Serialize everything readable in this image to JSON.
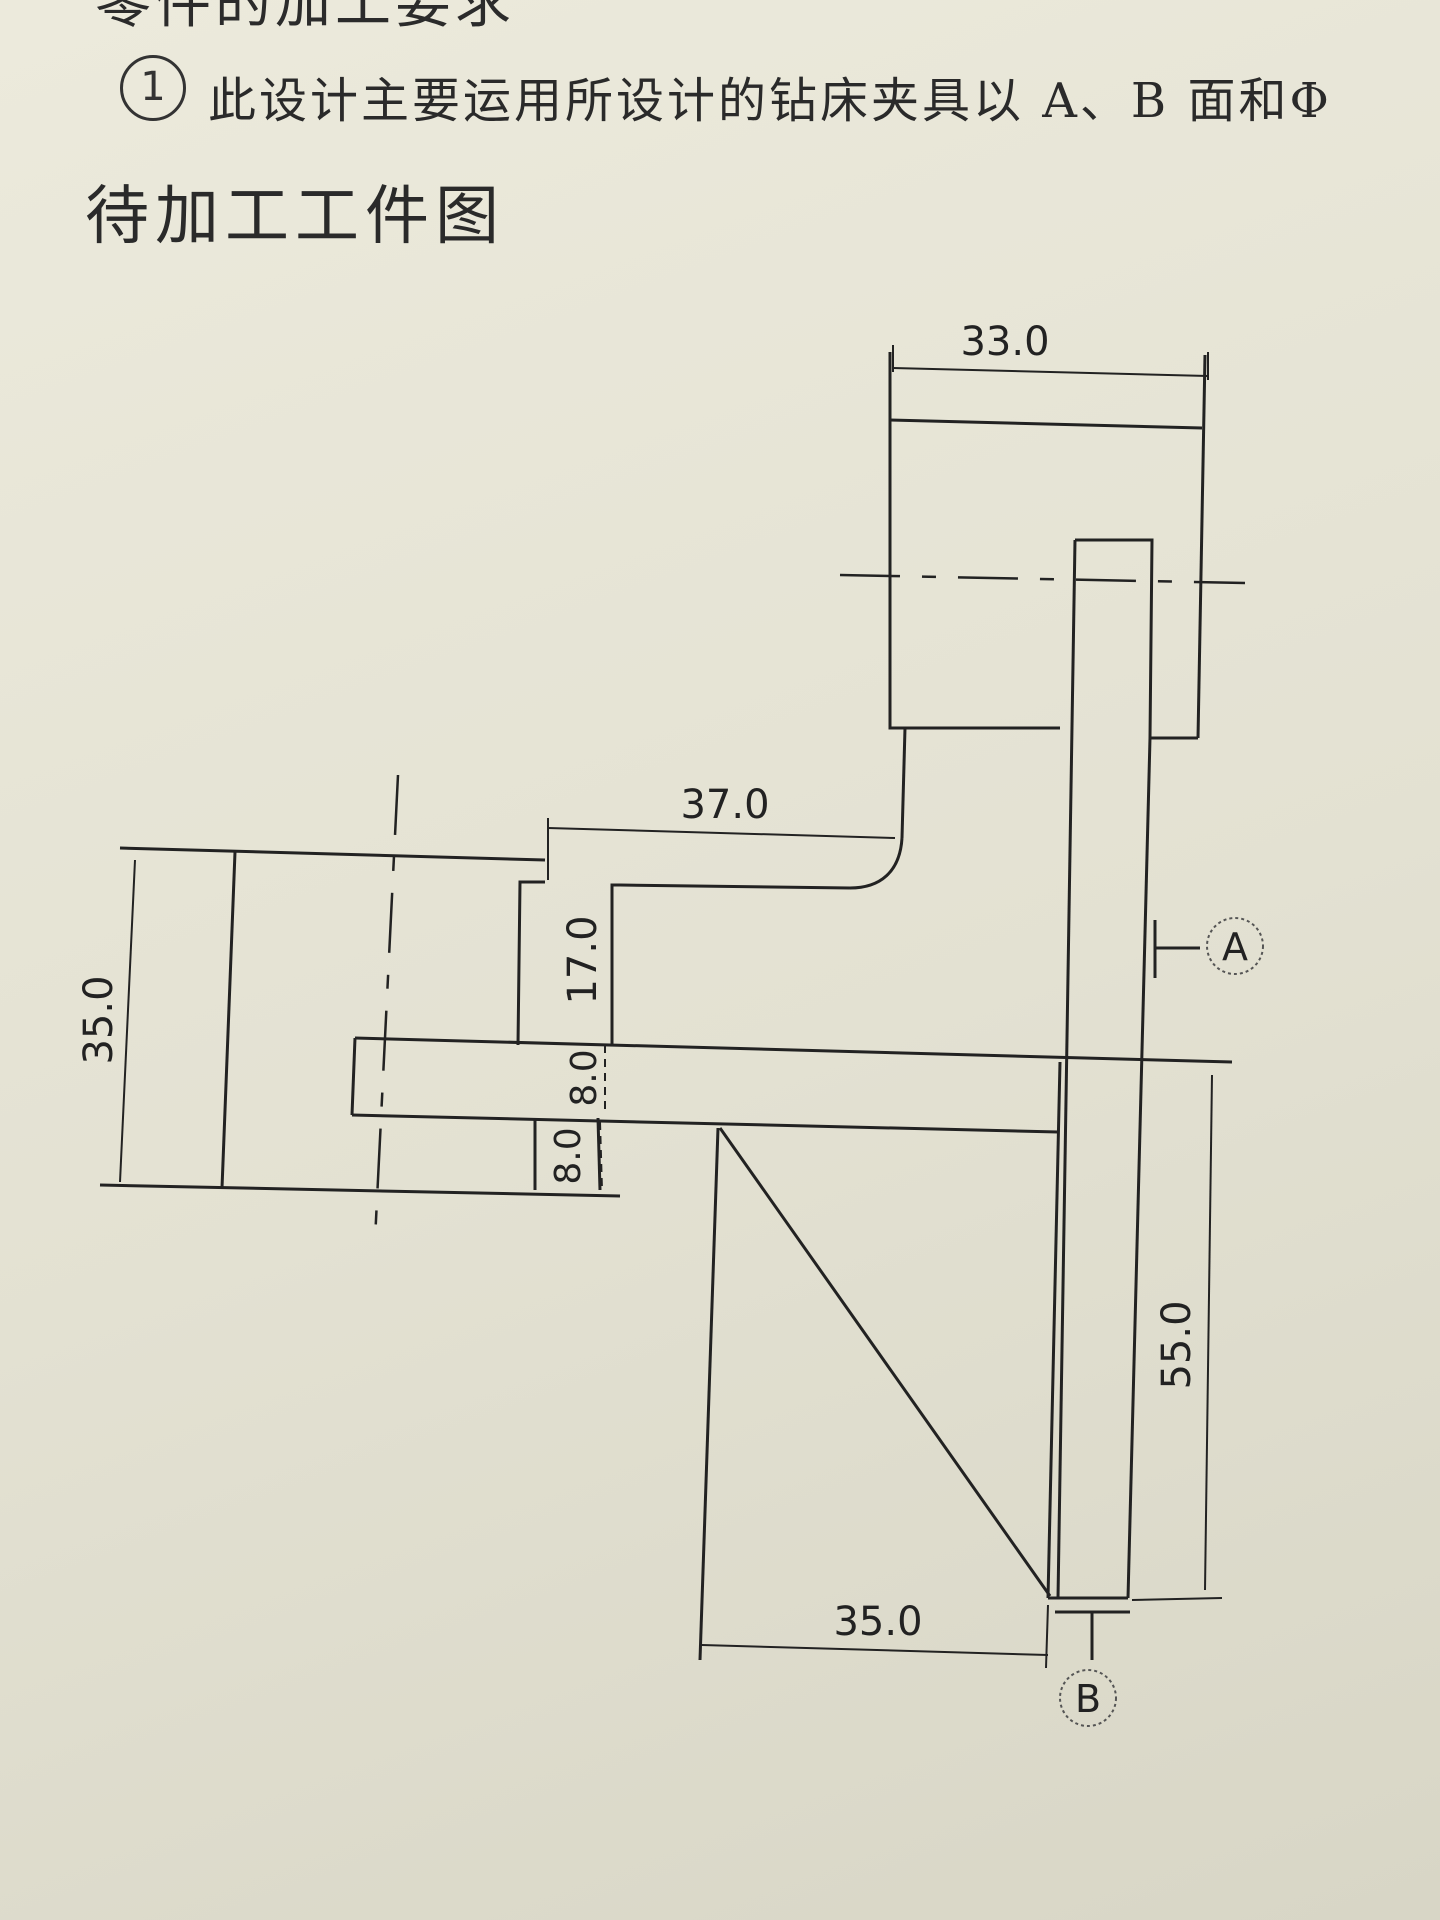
{
  "document": {
    "heading_partial": "零件的加工要求",
    "intro_marker": "1",
    "intro_text": "此设计主要运用所设计的钻床夹具以 A、B 面和Φ",
    "section_title": "待加工工件图"
  },
  "drawing": {
    "dimensions": {
      "top_width": "33.0",
      "arm_length": "37.0",
      "left_height": "35.0",
      "step_height": "17.0",
      "slot_width_upper": "8.0",
      "slot_width_lower": "8.0",
      "base_length": "35.0",
      "column_height": "55.0"
    },
    "datum_a": "A",
    "datum_b": "B"
  },
  "colors": {
    "ink": "#222222",
    "paper": "#e6e4d6"
  }
}
